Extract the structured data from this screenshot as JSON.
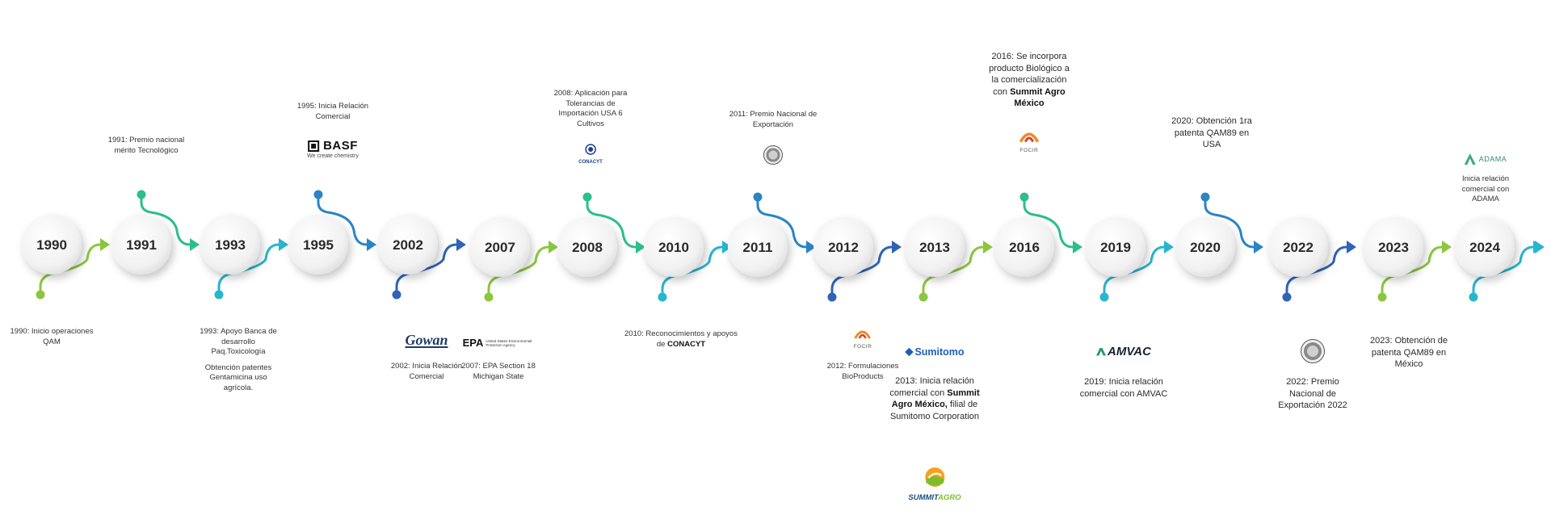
{
  "years": [
    "1990",
    "1991",
    "1993",
    "1995",
    "2002",
    "2007",
    "2008",
    "2010",
    "2011",
    "2012",
    "2013",
    "2016",
    "2019",
    "2020",
    "2022",
    "2023",
    "2024"
  ],
  "colors": {
    "1990": "#8cc63f",
    "1991": "#2bbf8c",
    "1993": "#27b5cf",
    "1995": "#2a85c5",
    "2002": "#2f63b7",
    "2007": "#8cc63f",
    "2008": "#2bbf8c",
    "2010": "#27b5cf",
    "2011": "#2a85c5",
    "2012": "#2f63b7",
    "2013": "#8cc63f",
    "2016": "#2bbf8c",
    "2019": "#27b5cf",
    "2020": "#2a85c5",
    "2022": "#2f63b7",
    "2023": "#8cc63f",
    "2024": "#27b5cf"
  },
  "text": {
    "n1990": "1990: Inicio operaciones QAM",
    "n1991": "1991: Premio nacional mérito Tecnológico",
    "n1993": "1993: Apoyo Banca de desarrollo Paq.Toxicología",
    "n1993b": "Obtención patentes Gentamicina uso agrícola.",
    "n1995": "1995: Inicia Relación Comercial",
    "n2002": "2002: Inicia Relación Comercial",
    "n2007": "2007: EPA Section 18 Michigan State",
    "n2008": "2008: Aplicación para Tolerancias de Importación USA 6 Cultivos",
    "n2010a": "2010: Reconocimientos y apoyos de",
    "n2010b": "CONACYT",
    "n2011": "2011: Premio Nacional de Exportación",
    "n2012": "2012: Formulaciones BioProducts",
    "n2013a": "2013: Inicia relación comercial con",
    "n2013b": "Summit Agro México,",
    "n2013c": "filial de Sumitomo Corporation",
    "n2016a": "2016: Se incorpora producto Biológico a la comercialización con",
    "n2016b": "Summit Agro México",
    "n2019": "2019: Inicia relación comercial con AMVAC",
    "n2020": "2020: Obtención 1ra patenta QAM89 en USA",
    "n2022": "2022: Premio Nacional de Exportación 2022",
    "n2023": "2023: Obtención de patenta QAM89 en México",
    "n2024": "Inicia relación comercial con ADAMA"
  },
  "logos": {
    "basf": "BASF",
    "basf_sub": "We create chemistry",
    "gowan": "Gowan",
    "epa": "EPA",
    "epa_sub": "United States Environmental Protection Agency",
    "conacyt": "CONACYT",
    "focir": "FOCIR",
    "sumitomo": "Sumitomo",
    "summit_a": "SUMMIT",
    "summit_b": "AGRO",
    "amvac": "AMVAC",
    "adama": "ADAMA"
  },
  "icons": {
    "basf": "basf-logo-icon",
    "gowan": "gowan-logo-icon",
    "epa": "epa-logo-icon",
    "conacyt": "conacyt-logo-icon",
    "seal": "export-award-seal-icon",
    "focir": "focir-logo-icon",
    "sumitomo": "sumitomo-logo-icon",
    "summit": "summit-agro-logo-icon",
    "amvac": "amvac-logo-icon",
    "adama": "adama-logo-icon",
    "arrow": "arrow-right-icon"
  }
}
